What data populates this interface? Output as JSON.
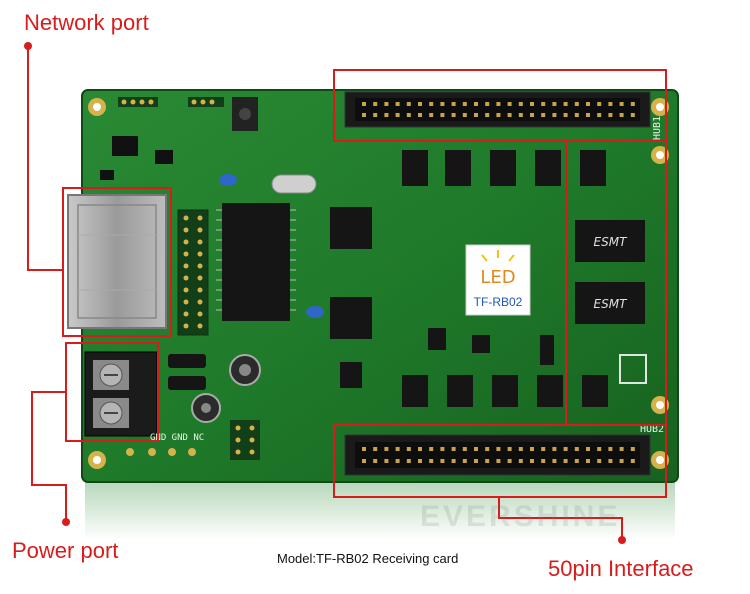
{
  "callouts": {
    "network_port": "Network port",
    "power_port": "Power port",
    "pin_interface": "50pin Interface"
  },
  "caption": "Model:TF-RB02 Receiving card",
  "board": {
    "logo_text": "LED",
    "model_text": "TF-RB02",
    "hub1_label": "HUB1",
    "hub2_label": "HUB2",
    "ram_brand": "ESMT",
    "power_terminal_label": "GND GND NC"
  },
  "watermark": "EVERSHINE",
  "colors": {
    "callout": "#d81c1c",
    "pcb": "#1f7a2a",
    "pcb_dark": "#155a1e"
  }
}
